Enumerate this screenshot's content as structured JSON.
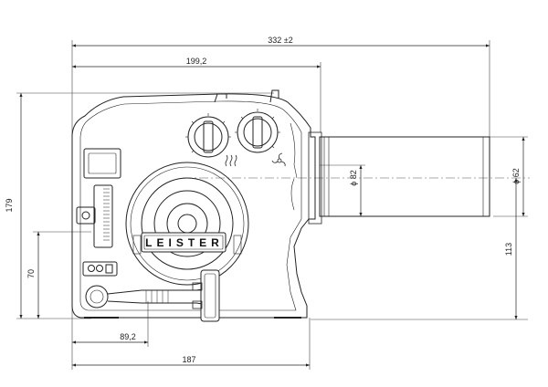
{
  "dimensions": {
    "overall_length": "332 ±2",
    "body_length": "199,2",
    "total_height": "179",
    "handle_height": "70",
    "grip_offset": "89,2",
    "base_length": "187",
    "tube_diameter_large": "ϕ 82",
    "tube_diameter_small": "ϕ 62",
    "axis_height": "113"
  },
  "brand_label": "LEISTER",
  "colors": {
    "line": "#222222",
    "background": "#ffffff"
  }
}
